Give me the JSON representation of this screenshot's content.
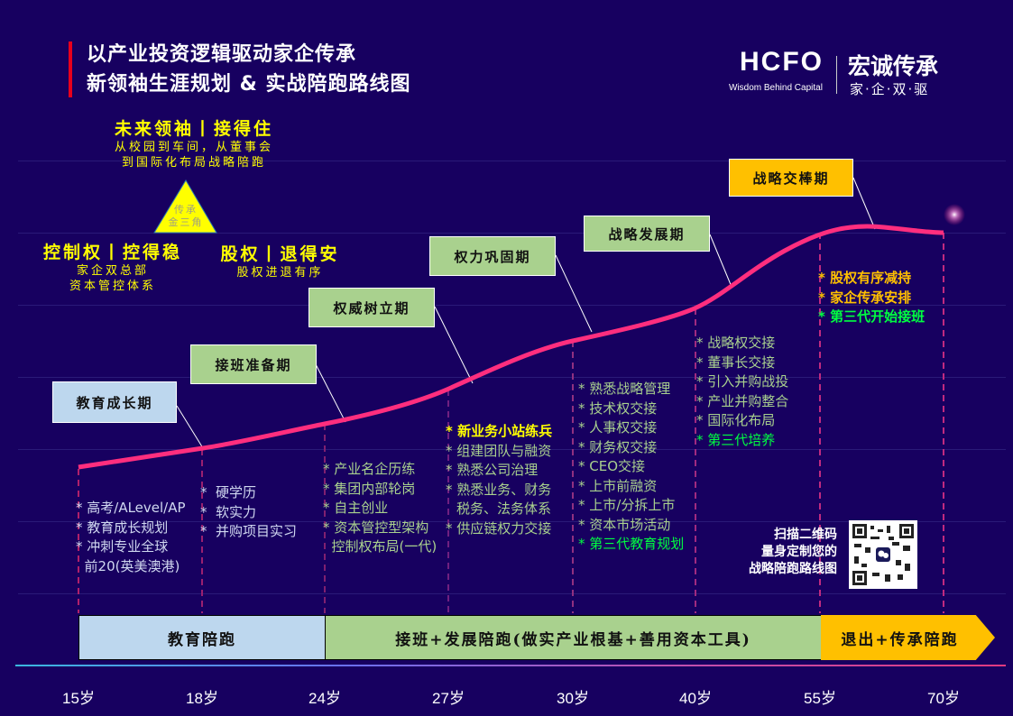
{
  "header": {
    "title_line1": "以产业投资逻辑驱动家企传承",
    "title_line2": "新领袖生涯规划 & 实战陪跑路线图"
  },
  "logo": {
    "brand": "HCFO",
    "tagline": "Wisdom Behind Capital",
    "cn_name": "宏诚传承",
    "cn_sub": "家·企·双·驱"
  },
  "triangle": {
    "label": "传承\n金三角",
    "label1": "传承",
    "label2": "金三角",
    "top": {
      "heading": "未来领袖丨接得住",
      "line1": "从校园到车间，从董事会",
      "line2": "到国际化布局战略陪跑"
    },
    "left": {
      "heading": "控制权丨控得稳",
      "line1": "家企双总部",
      "line2": "资本管控体系"
    },
    "right": {
      "heading": "股权丨退得安",
      "line1": "股权进退有序"
    }
  },
  "stages": [
    "教育成长期",
    "接班准备期",
    "权威树立期",
    "权力巩固期",
    "战略发展期",
    "战略交棒期"
  ],
  "lists": {
    "edu": [
      "* 高考/ALevel/AP",
      "* 教育成长规划",
      "* 冲刺专业全球",
      "  前20(英美澳港)"
    ],
    "prep": [
      "*  硬学历",
      "*  软实力",
      "*  并购项目实习"
    ],
    "auth": [
      "* 产业名企历练",
      "* 集团内部轮岗",
      "* 自主创业",
      "* 资本管控型架构",
      "  控制权布局(一代)"
    ],
    "biz": [
      "* 新业务小站练兵",
      "* 组建团队与融资",
      "*  熟悉公司治理",
      "*  熟悉业务、财务",
      "   税务、法务体系",
      "*  供应链权力交接"
    ],
    "power": [
      "*  熟悉战略管理",
      "*  技术权交接",
      "*  人事权交接",
      "*  财务权交接",
      "*  CEO交接",
      "*  上市前融资",
      "* 上市/分拆上市",
      "*  资本市场活动",
      "* 第三代教育规划"
    ],
    "strategy": [
      "* 战略权交接",
      "* 董事长交接",
      "* 引入并购战投",
      "* 产业并购整合",
      "* 国际化布局",
      "* 第三代培养"
    ],
    "handover": [
      "* 股权有序减持",
      "* 家企传承安排",
      "* 第三代开始接班"
    ]
  },
  "qr": {
    "line1": "扫描二维码",
    "line2": "量身定制您的",
    "line3": "战略陪跑路线图"
  },
  "phases": [
    "教育陪跑",
    "接班+发展陪跑(做实产业根基+善用资本工具)",
    "退出+传承陪跑"
  ],
  "ages": [
    "15岁",
    "18岁",
    "24岁",
    "27岁",
    "30岁",
    "40岁",
    "55岁",
    "70岁"
  ],
  "colors": {
    "background": "#170060",
    "curve": "#ff2e7e",
    "education": "#bdd7ee",
    "development": "#a9d18e",
    "exit": "#ffc000"
  }
}
